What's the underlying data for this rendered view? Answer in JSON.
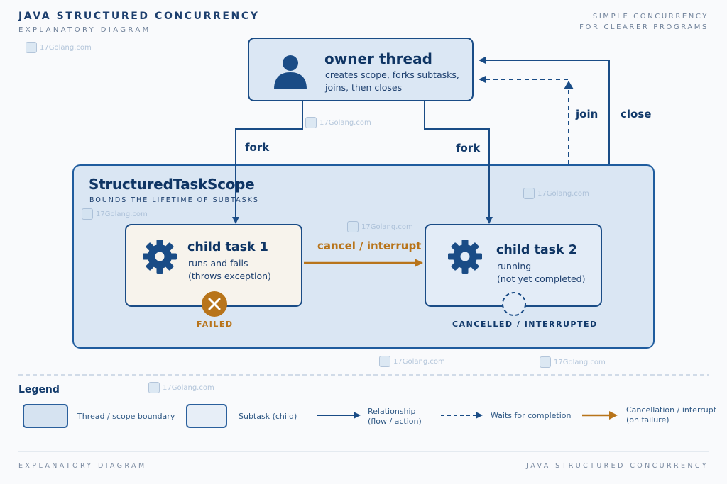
{
  "header": {
    "title": "JAVA STRUCTURED CONCURRENCY",
    "subtitle": "EXPLANATORY DIAGRAM",
    "right_line1": "SIMPLE CONCURRENCY",
    "right_line2": "FOR CLEARER PROGRAMS"
  },
  "owner": {
    "title": "owner thread",
    "desc_line1": "creates scope, forks subtasks,",
    "desc_line2": "joins, then closes",
    "icon": "user-icon"
  },
  "edges": {
    "fork_left": "fork",
    "fork_right": "fork",
    "join": "join",
    "close": "close",
    "cancel": "cancel / interrupt"
  },
  "scope": {
    "title": "StructuredTaskScope",
    "subtitle": "BOUNDS THE LIFETIME OF SUBTASKS"
  },
  "child1": {
    "title": "child task 1",
    "desc_line1": "runs and fails",
    "desc_line2": "(throws exception)",
    "status": "FAILED",
    "icon": "gear-icon",
    "status_icon": "x-circle-icon"
  },
  "child2": {
    "title": "child task 2",
    "desc_line1": "running",
    "desc_line2": "(not yet completed)",
    "status": "CANCELLED / INTERRUPTED",
    "icon": "gear-icon",
    "status_icon": "dashed-circle-icon"
  },
  "legend": {
    "title": "Legend",
    "items": [
      {
        "label": "Thread / scope boundary"
      },
      {
        "label": "Subtask (child)"
      },
      {
        "label_line1": "Relationship",
        "label_line2": "(flow / action)"
      },
      {
        "label": "Waits for completion"
      },
      {
        "label_line1": "Cancellation / interrupt",
        "label_line2": "(on failure)"
      }
    ]
  },
  "footer": {
    "left": "EXPLANATORY DIAGRAM",
    "right": "JAVA STRUCTURED CONCURRENCY"
  },
  "watermark": "17Golang.com",
  "colors": {
    "primary": "#1a4c86",
    "accent": "#b8741a",
    "scope_fill": "#dae6f3",
    "failed_fill": "#f7f3ec"
  }
}
